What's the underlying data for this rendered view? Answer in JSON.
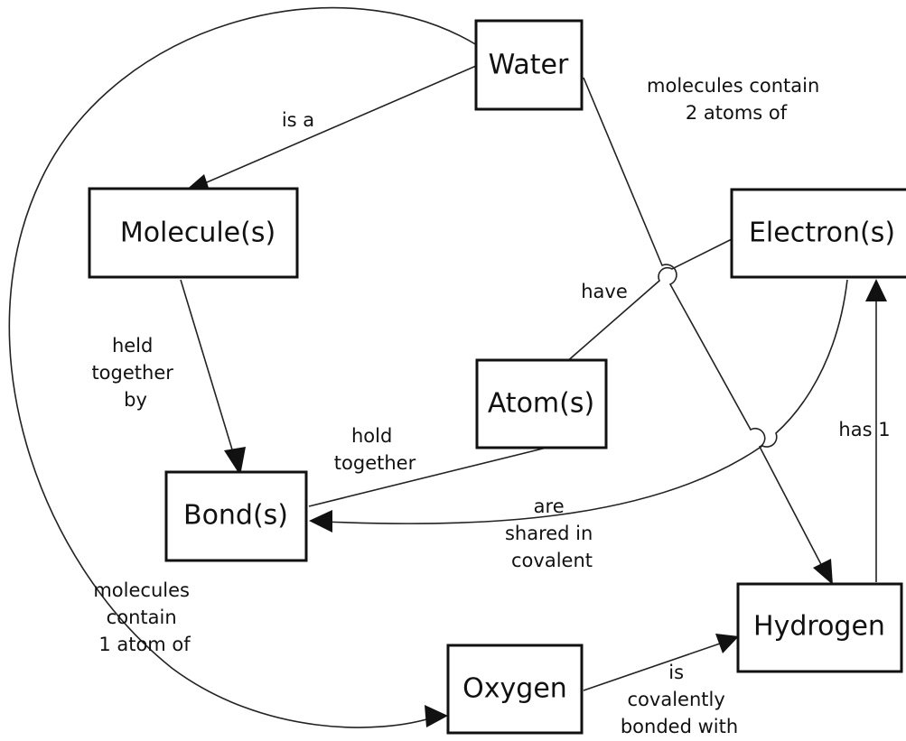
{
  "nodes": {
    "water": "Water",
    "molecule": "Molecule(s)",
    "electron": "Electron(s)",
    "atom": "Atom(s)",
    "bond": "Bond(s)",
    "hydrogen": "Hydrogen",
    "oxygen": "Oxygen"
  },
  "edges": {
    "water_molecule": [
      "is a"
    ],
    "water_hydrogen": [
      "molecules contain",
      "2 atoms of"
    ],
    "molecule_bond": [
      "held",
      "together",
      "by"
    ],
    "atom_electron": [
      "have"
    ],
    "atom_bond": [
      "hold",
      "together"
    ],
    "electron_bond": [
      "are",
      "shared in",
      "covalent"
    ],
    "hydrogen_electron": [
      "has 1"
    ],
    "water_oxygen": [
      "molecules",
      "contain",
      "1 atom of"
    ],
    "oxygen_hydrogen": [
      "is",
      "covalently",
      "bonded with"
    ]
  }
}
